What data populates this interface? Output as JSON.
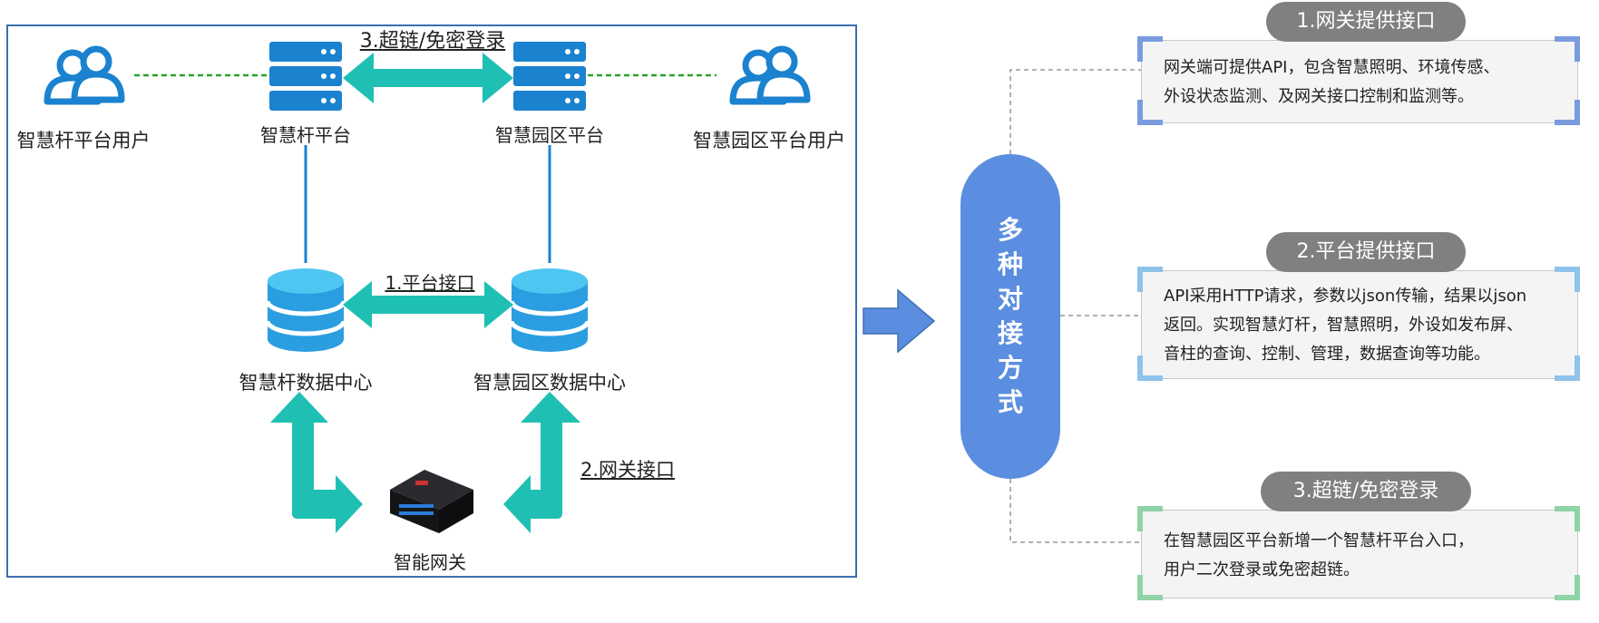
{
  "diagram": {
    "left": {
      "users": {
        "pole_users": "智慧杆平台用户",
        "park_users": "智慧园区平台用户"
      },
      "platforms": {
        "pole_platform": "智慧杆平台",
        "park_platform": "智慧园区平台"
      },
      "data_centers": {
        "pole_dc": "智慧杆数据中心",
        "park_dc": "智慧园区数据中心"
      },
      "gateway": "智能网关",
      "links": {
        "superlink": "3.超链/免密登录",
        "platform_interface": "1.平台接口",
        "gateway_interface": "2.网关接口"
      }
    },
    "center": {
      "title": "多种对接方式"
    },
    "methods": [
      {
        "title": "1.网关提供接口",
        "text": [
          "网关端可提供API，包含智慧照明、环境传感、",
          "外设状态监测、及网关接口控制和监测等。"
        ],
        "accent": "#7a9be0"
      },
      {
        "title": "2.平台提供接口",
        "text": [
          "API采用HTTP请求，参数以json传输，结果以json",
          "返回。实现智慧灯杆，智慧照明，外设如发布屏、",
          "音柱的查询、控制、管理，数据查询等功能。"
        ],
        "accent": "#8ec3ea"
      },
      {
        "title": "3.超链/免密登录",
        "text": [
          "在智慧园区平台新增一个智慧杆平台入口，",
          "用户二次登录或免密超链。"
        ],
        "accent": "#8fd3a6"
      }
    ]
  },
  "colors": {
    "server_blue": "#1a82cf",
    "db_blue": "#3ab0ea",
    "teal_arrow": "#1fc0b3",
    "dashed_green": "#2aa22a",
    "pill_blue": "#5b8ee0",
    "title_pill_gray": "#808080",
    "frame_blue": "#3a6fb0"
  }
}
